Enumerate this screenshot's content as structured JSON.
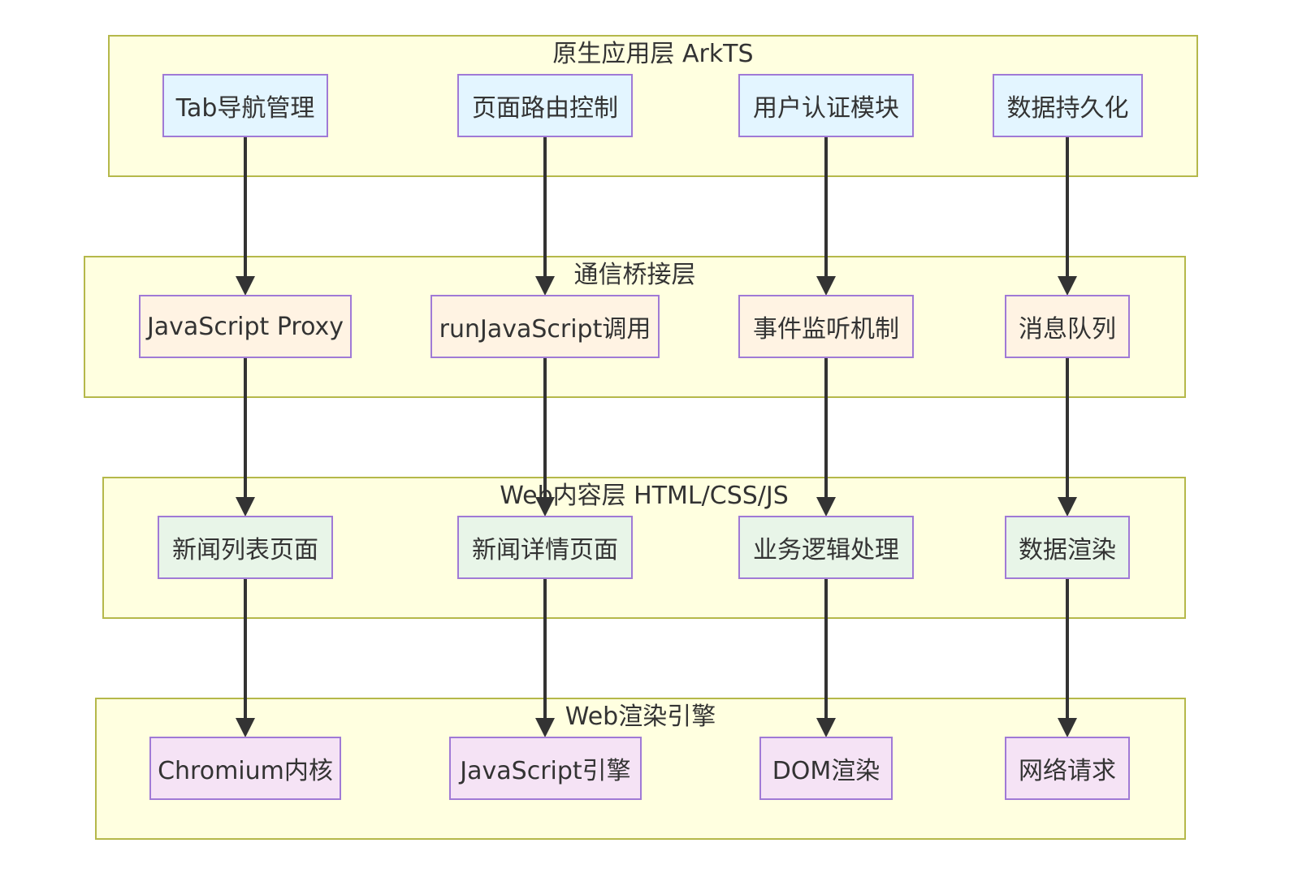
{
  "colors": {
    "layer_fill": "#ffffe0",
    "layer_border": "#b5b84a",
    "node_border": "#a07ad6",
    "native_fill": "#e3f5ff",
    "bridge_fill": "#fff3e3",
    "web_fill": "#e8f5e8",
    "engine_fill": "#f5e3f5",
    "arrow": "#333333"
  },
  "layers": [
    {
      "title": "原生应用层 ArkTS",
      "nodes": [
        "Tab导航管理",
        "页面路由控制",
        "用户认证模块",
        "数据持久化"
      ]
    },
    {
      "title": "通信桥接层",
      "nodes": [
        "JavaScript Proxy",
        "runJavaScript调用",
        "事件监听机制",
        "消息队列"
      ]
    },
    {
      "title": "Web内容层 HTML/CSS/JS",
      "nodes": [
        "新闻列表页面",
        "新闻详情页面",
        "业务逻辑处理",
        "数据渲染"
      ]
    },
    {
      "title": "Web渲染引擎",
      "nodes": [
        "Chromium内核",
        "JavaScript引擎",
        "DOM渲染",
        "网络请求"
      ]
    }
  ],
  "edges": [
    {
      "from": "Tab导航管理",
      "to": "JavaScript Proxy"
    },
    {
      "from": "页面路由控制",
      "to": "runJavaScript调用"
    },
    {
      "from": "用户认证模块",
      "to": "事件监听机制"
    },
    {
      "from": "数据持久化",
      "to": "消息队列"
    },
    {
      "from": "JavaScript Proxy",
      "to": "新闻列表页面"
    },
    {
      "from": "runJavaScript调用",
      "to": "新闻详情页面"
    },
    {
      "from": "事件监听机制",
      "to": "业务逻辑处理"
    },
    {
      "from": "消息队列",
      "to": "数据渲染"
    },
    {
      "from": "新闻列表页面",
      "to": "Chromium内核"
    },
    {
      "from": "新闻详情页面",
      "to": "JavaScript引擎"
    },
    {
      "from": "业务逻辑处理",
      "to": "DOM渲染"
    },
    {
      "from": "数据渲染",
      "to": "网络请求"
    }
  ]
}
